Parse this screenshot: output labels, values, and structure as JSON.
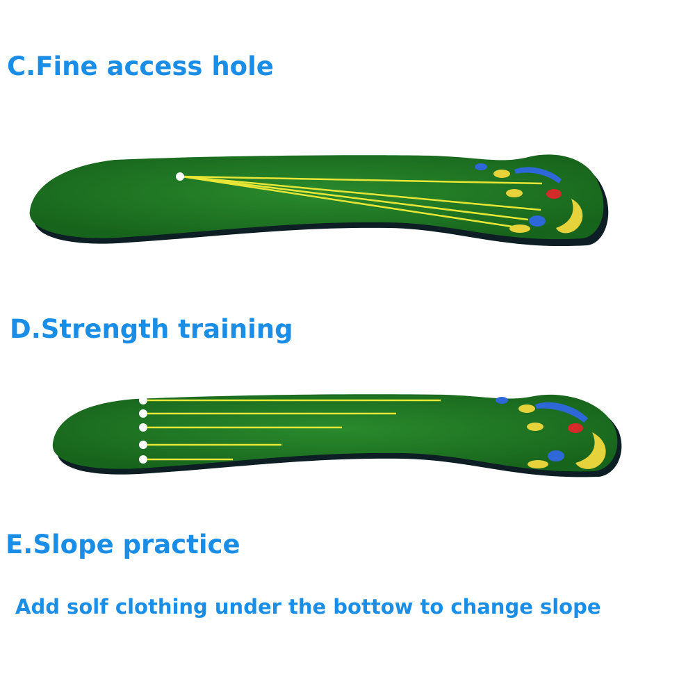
{
  "headings": {
    "c": "C.Fine access hole",
    "d": "D.Strength training",
    "e": "E.Slope practice"
  },
  "note": "Add solf clothing under the bottow to change slope",
  "colors": {
    "heading_text": "#1a8ee6",
    "mat_green": "#1f7a24",
    "mat_dark_green": "#135a1a",
    "mat_edge": "#0d1e24",
    "line_yellow": "#e8e636",
    "target_blue": "#2e67d8",
    "target_red": "#d32a2a",
    "target_yellow": "#e6d23a",
    "ball_white": "#ffffff"
  },
  "icons": {
    "mat": "golf-putting-mat",
    "ball": "golf-ball",
    "target": "target-hole"
  }
}
